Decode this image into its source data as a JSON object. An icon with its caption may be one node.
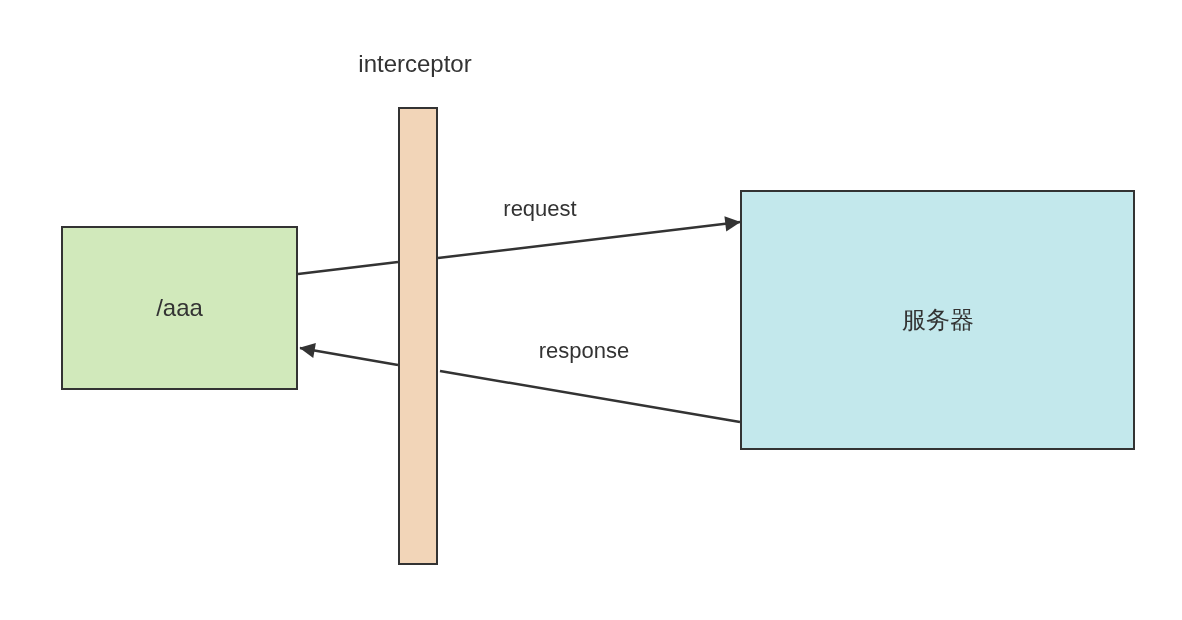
{
  "diagram": {
    "nodes": [
      {
        "text": [
          "/aaa"
        ]
      },
      {
        "text": [
          "interceptor"
        ]
      },
      {
        "text": [
          "服务器"
        ]
      }
    ],
    "edges": [
      {
        "from": 0,
        "to": 1,
        "arrow": "none"
      },
      {
        "from": 1,
        "to": 2,
        "arrow": "to",
        "label": "request"
      },
      {
        "from": 2,
        "to": 1,
        "arrow": "none",
        "label": "response"
      },
      {
        "from": 1,
        "to": 0,
        "arrow": "to"
      }
    ]
  }
}
